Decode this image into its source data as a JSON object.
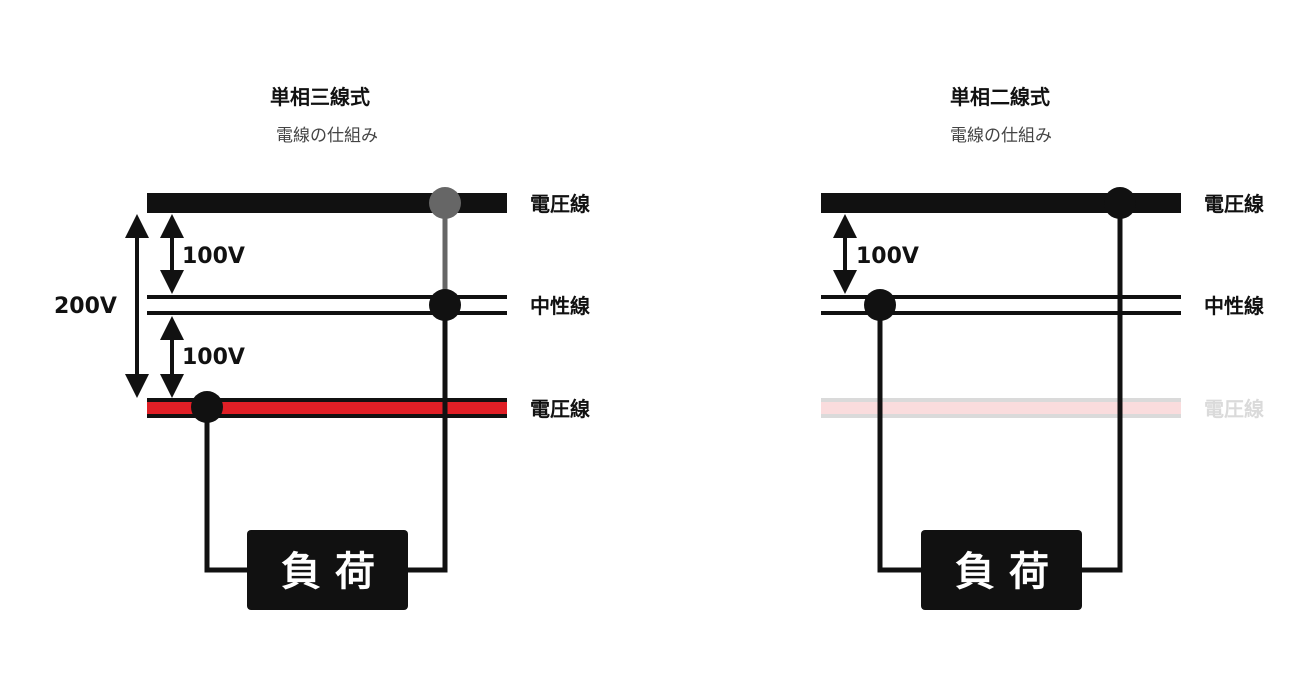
{
  "diagrams": [
    {
      "title": "単相三線式",
      "subtitle": "電線の仕組み",
      "lines": {
        "top": "電圧線",
        "neutral": "中性線",
        "bottom": "電圧線"
      },
      "voltages": {
        "total": "200V",
        "upper": "100V",
        "lower": "100V"
      },
      "load": "負荷"
    },
    {
      "title": "単相二線式",
      "subtitle": "電線の仕組み",
      "lines": {
        "top": "電圧線",
        "neutral": "中性線",
        "bottom": "電圧線"
      },
      "voltages": {
        "upper": "100V"
      },
      "load": "負荷"
    }
  ],
  "colors": {
    "wire": "#111111",
    "live_red": "#e01f26",
    "gray_wire": "#666666"
  }
}
